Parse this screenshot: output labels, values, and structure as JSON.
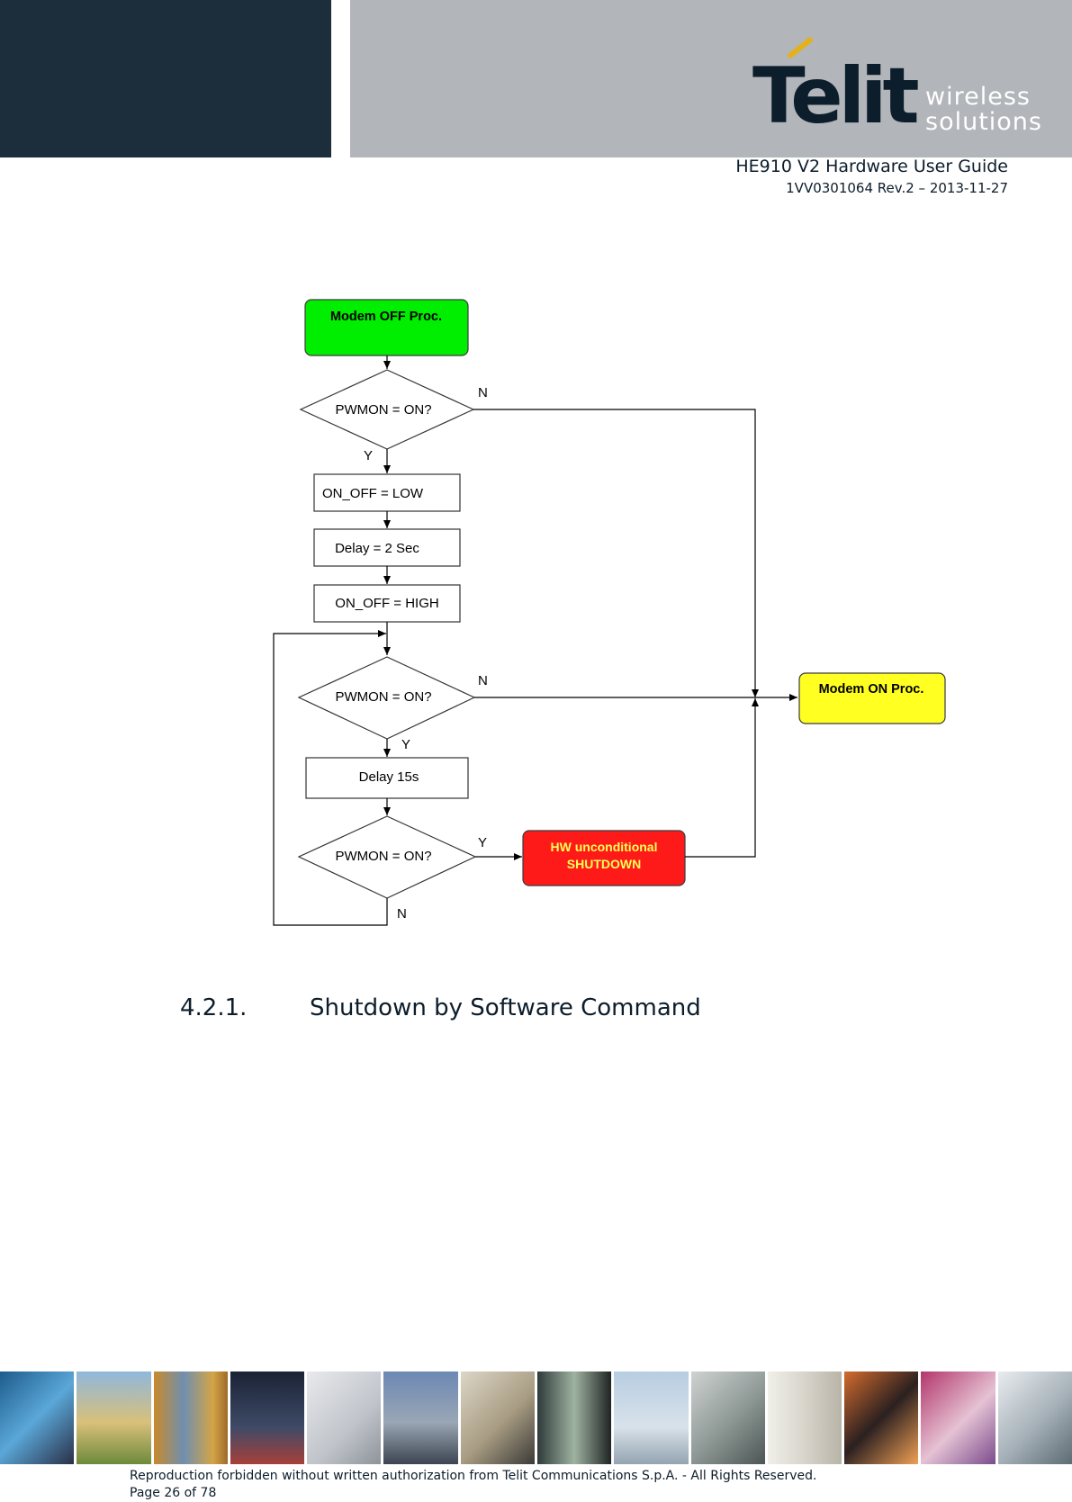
{
  "header": {
    "logo_text": "Telit",
    "logo_sub_1": "wireless",
    "logo_sub_2": "solutions",
    "doc_title": "HE910 V2 Hardware User Guide",
    "doc_revision": "1VV0301064 Rev.2 – 2013-11-27",
    "colors": {
      "dark_panel": "#1c2e3b",
      "gray_panel": "#b2b5b9",
      "logo_accent": "#e3b21b"
    }
  },
  "flowchart": {
    "start": "Modem OFF Proc.",
    "decision_1": "PWMON = ON?",
    "step_1": "ON_OFF = LOW",
    "step_2": "Delay = 2 Sec",
    "step_3": "ON_OFF = HIGH",
    "decision_2": "PWMON = ON?",
    "step_4": "Delay 15s",
    "decision_3": "PWMON = ON?",
    "shutdown_line1": "HW unconditional",
    "shutdown_line2": "SHUTDOWN",
    "end": "Modem ON Proc.",
    "label_n1": "N",
    "label_y1": "Y",
    "label_n2": "N",
    "label_y2": "Y",
    "label_y3": "Y",
    "label_n3": "N",
    "colors": {
      "start": "#00ee00",
      "end": "#ffff22",
      "shutdown": "#ff1a1a"
    }
  },
  "section": {
    "number": "4.2.1.",
    "title": "Shutdown by Software Command"
  },
  "footer": {
    "rights": "Reproduction forbidden without written authorization from Telit Communications S.p.A. - All Rights Reserved.",
    "page": "Page 26 of 78"
  }
}
